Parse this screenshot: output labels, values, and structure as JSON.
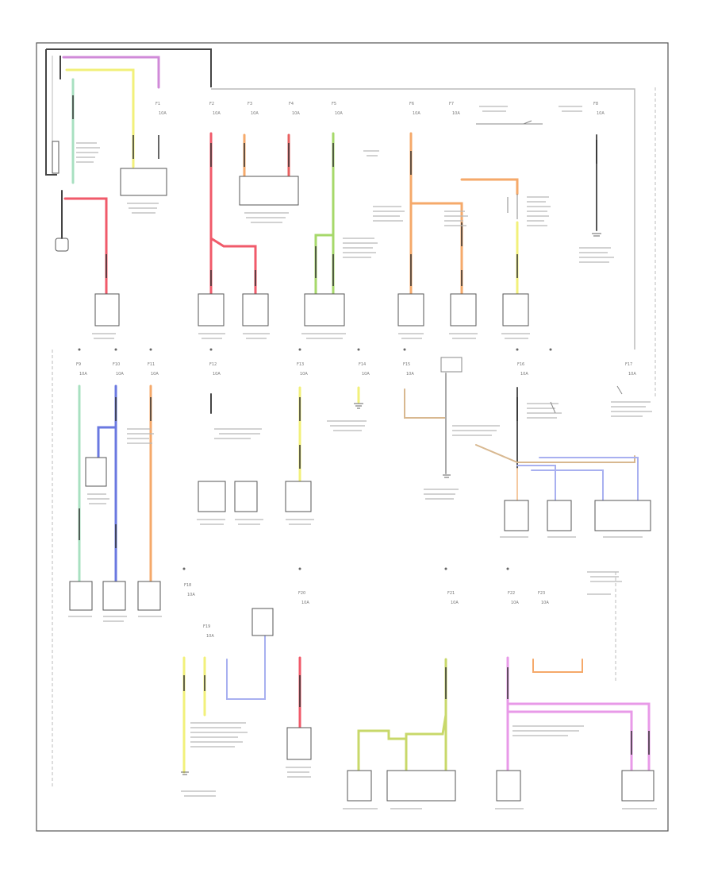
{
  "wire_colors": {
    "black": "#444444",
    "red": "#f05a6a",
    "yellow": "#f2f07a",
    "violet": "#d08ad8",
    "orange": "#f5a96a",
    "green": "#a6d86a",
    "lt_green": "#a8e0c0",
    "blue": "#6a78e0",
    "lt_blue": "#a8b0f0",
    "pink": "#e89ae8",
    "tan": "#d8b890",
    "grey": "#b0b0b0"
  },
  "diagram": {
    "title": "",
    "components": [
      {
        "name": "fuse-f1"
      },
      {
        "name": "fuse-f2"
      },
      {
        "name": "fuse-f3"
      }
    ]
  }
}
